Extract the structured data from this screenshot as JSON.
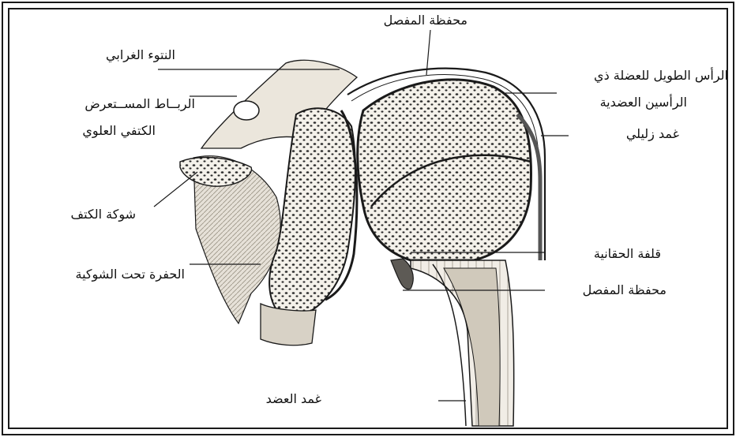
{
  "labels": {
    "joint_capsule_top": "محفظة المفصل",
    "coracoid_process": "النتوء الغرابي",
    "biceps_long_head_1": "الرأس الطويل للعضلة ذي",
    "biceps_long_head_2": "الرأسين العضدية",
    "sup_transverse_lig_1": "الربــاط المســتعرض",
    "sup_transverse_lig_2": "الكتفي العلوي",
    "synovial_sheath": "غمد زليلي",
    "scapular_spine": "شوكة الكتف",
    "glenoid_labrum": "قلفة الحقانية",
    "infraspinous_fossa": "الحفرة تحت الشوكية",
    "joint_capsule_bottom": "محفظة المفصل",
    "humerus_shaft": "غمد العضد"
  },
  "colors": {
    "line": "#1a1a1a",
    "bone_fill": "#efece6",
    "cancellous_fill": "#dcd6cb",
    "shadow": "#bdb6aa"
  }
}
